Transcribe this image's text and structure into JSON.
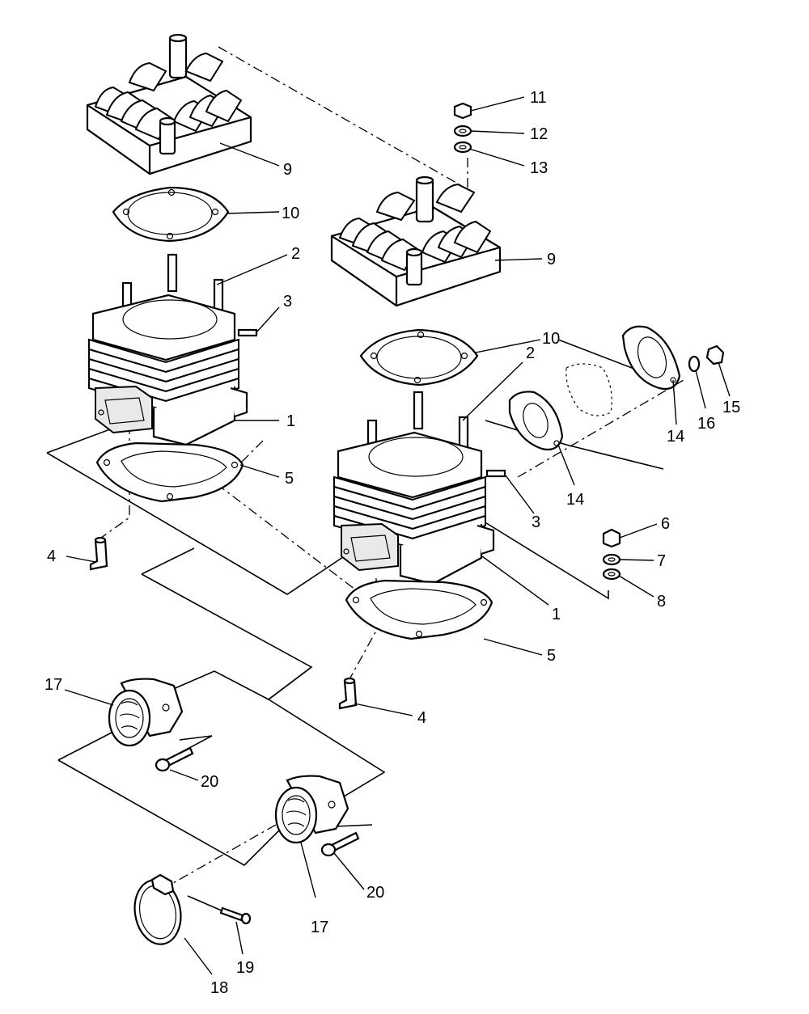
{
  "diagram": {
    "callouts": [
      {
        "id": "c1a",
        "text": "1"
      },
      {
        "id": "c1b",
        "text": "1"
      },
      {
        "id": "c2a",
        "text": "2"
      },
      {
        "id": "c2b",
        "text": "2"
      },
      {
        "id": "c3a",
        "text": "3"
      },
      {
        "id": "c3b",
        "text": "3"
      },
      {
        "id": "c4a",
        "text": "4"
      },
      {
        "id": "c4b",
        "text": "4"
      },
      {
        "id": "c5a",
        "text": "5"
      },
      {
        "id": "c5b",
        "text": "5"
      },
      {
        "id": "c6",
        "text": "6"
      },
      {
        "id": "c7",
        "text": "7"
      },
      {
        "id": "c8",
        "text": "8"
      },
      {
        "id": "c9a",
        "text": "9"
      },
      {
        "id": "c9b",
        "text": "9"
      },
      {
        "id": "c10a",
        "text": "10"
      },
      {
        "id": "c10b",
        "text": "10"
      },
      {
        "id": "c11",
        "text": "11"
      },
      {
        "id": "c12",
        "text": "12"
      },
      {
        "id": "c13",
        "text": "13"
      },
      {
        "id": "c14a",
        "text": "14"
      },
      {
        "id": "c14b",
        "text": "14"
      },
      {
        "id": "c15",
        "text": "15"
      },
      {
        "id": "c16",
        "text": "16"
      },
      {
        "id": "c17a",
        "text": "17"
      },
      {
        "id": "c17b",
        "text": "17"
      },
      {
        "id": "c18",
        "text": "18"
      },
      {
        "id": "c19",
        "text": "19"
      },
      {
        "id": "c20a",
        "text": "20"
      },
      {
        "id": "c20b",
        "text": "20"
      }
    ]
  }
}
